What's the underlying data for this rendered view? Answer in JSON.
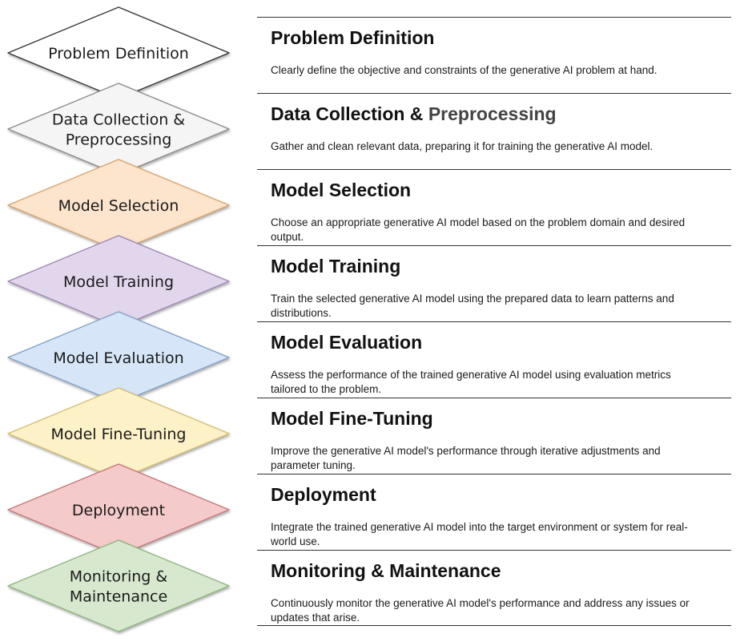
{
  "steps": [
    {
      "diamond_lines": [
        "Problem Definition"
      ],
      "title": "Problem Definition",
      "title_muted": "",
      "description": "Clearly define the objective and constraints of the generative AI problem at hand.",
      "fill": "#ffffff",
      "stroke": "#333333"
    },
    {
      "diamond_lines": [
        "Data Collection &",
        "Preprocessing"
      ],
      "title": "Data Collection & ",
      "title_muted": "Preprocessing",
      "description": "Gather and clean relevant data, preparing it for training the generative AI model.",
      "fill": "#f5f5f5",
      "stroke": "#8a8a8a"
    },
    {
      "diamond_lines": [
        "Model Selection"
      ],
      "title": "Model Selection",
      "title_muted": "",
      "description": "Choose an appropriate generative AI model based on the problem domain and desired output.",
      "fill": "#fde4cc",
      "stroke": "#d9a36a"
    },
    {
      "diamond_lines": [
        "Model Training"
      ],
      "title": "Model Training",
      "title_muted": "",
      "description": "Train the selected generative AI model using the prepared data to learn patterns and distributions.",
      "fill": "#e2d6ec",
      "stroke": "#9e86b5"
    },
    {
      "diamond_lines": [
        "Model Evaluation"
      ],
      "title": "Model Evaluation",
      "title_muted": "",
      "description": "Assess the performance of the trained generative AI model using evaluation metrics tailored to the problem.",
      "fill": "#d6e5f7",
      "stroke": "#7fa1c9"
    },
    {
      "diamond_lines": [
        "Model Fine-Tuning"
      ],
      "title": "Model Fine-Tuning",
      "title_muted": "",
      "description": "Improve the generative AI model's performance through iterative adjustments and parameter tuning.",
      "fill": "#fdf1c8",
      "stroke": "#d4be6f"
    },
    {
      "diamond_lines": [
        "Deployment"
      ],
      "title": "Deployment",
      "title_muted": "",
      "description": "Integrate the trained generative AI model into the target environment or system for real-world use.",
      "fill": "#f5caca",
      "stroke": "#c87474"
    },
    {
      "diamond_lines": [
        "Monitoring &",
        "Maintenance"
      ],
      "title": "Monitoring & Maintenance",
      "title_muted": "",
      "description": "Continuously monitor the generative AI model's performance and address any issues or updates that arise.",
      "fill": "#d7e8cf",
      "stroke": "#8db57c"
    }
  ]
}
